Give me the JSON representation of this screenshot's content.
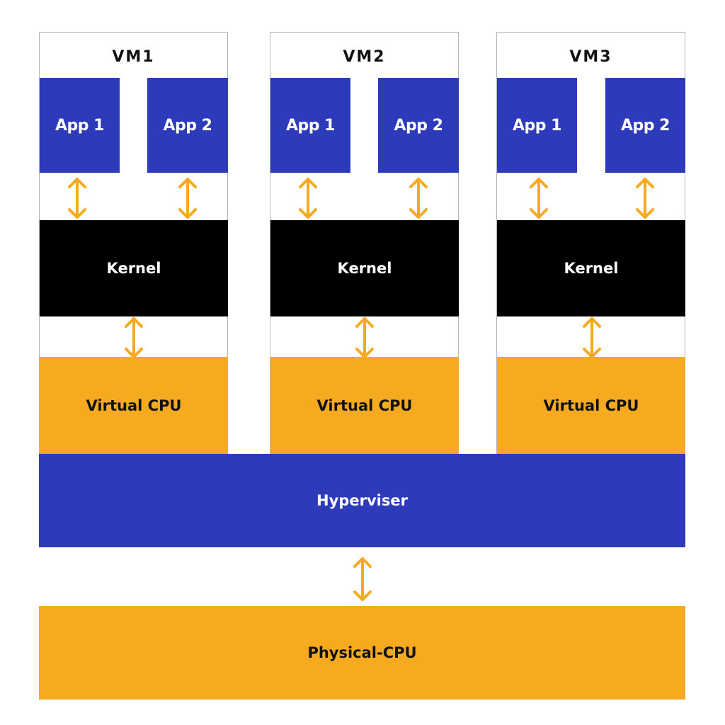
{
  "colors": {
    "app": "#2d3ab9",
    "kernel": "#000000",
    "cpu": "#f6aa1f",
    "hypervisor": "#2d3ab9",
    "arrow": "#f6aa1f"
  },
  "vms": [
    {
      "title": "VM1",
      "apps": [
        "App 1",
        "App 2"
      ],
      "kernel": "Kernel",
      "vcpu": "Virtual CPU"
    },
    {
      "title": "VM2",
      "apps": [
        "App 1",
        "App 2"
      ],
      "kernel": "Kernel",
      "vcpu": "Virtual CPU"
    },
    {
      "title": "VM3",
      "apps": [
        "App 1",
        "App 2"
      ],
      "kernel": "Kernel",
      "vcpu": "Virtual CPU"
    }
  ],
  "hypervisor": {
    "label": "Hyperviser"
  },
  "physical_cpu": {
    "label": "Physical-CPU"
  },
  "icons": {
    "arrow": "double-arrow-vertical-icon"
  }
}
